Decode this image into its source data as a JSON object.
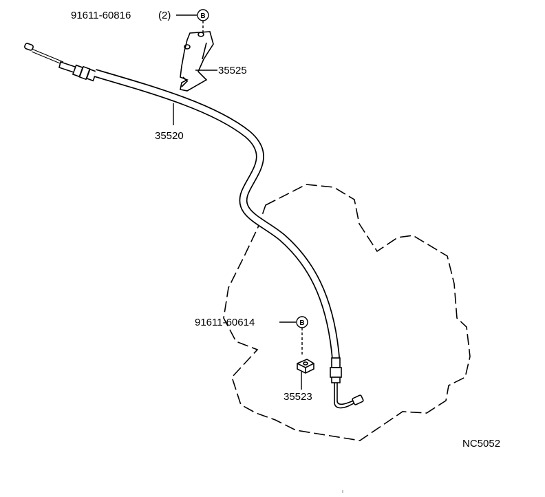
{
  "diagram_code": "NC5052",
  "colors": {
    "ink": "#000000",
    "paper": "#ffffff"
  },
  "callouts": {
    "bolt_upper": {
      "part_number": "91611-60816",
      "qty": "(2)",
      "symbol": "B"
    },
    "bracket_upper": {
      "part_number": "35525"
    },
    "cable": {
      "part_number": "35520"
    },
    "bolt_lower": {
      "part_number": "91611-60614",
      "symbol": "B"
    },
    "bracket_lower": {
      "part_number": "35523"
    }
  }
}
